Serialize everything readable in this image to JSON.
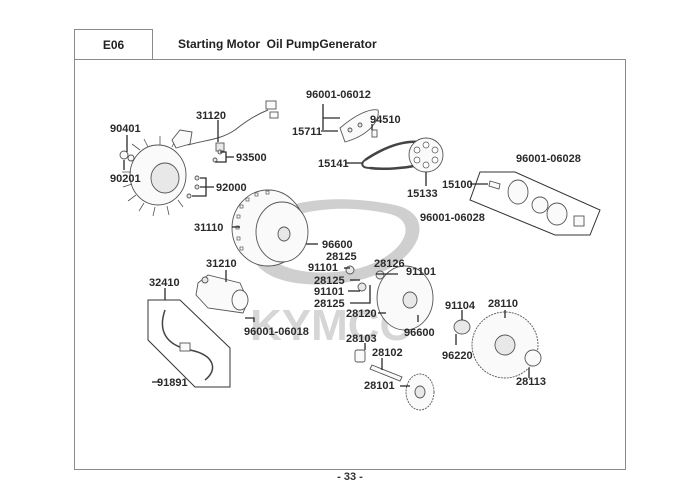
{
  "header": {
    "section_code": "E06",
    "title": "Starting Motor  Oil PumpGenerator"
  },
  "footer": {
    "page_number": "- 33 -"
  },
  "watermark": {
    "brand": "KYMCO",
    "color": "#cfcfcf"
  },
  "callouts": [
    {
      "id": "c-90401",
      "part_no": "90401"
    },
    {
      "id": "c-90201",
      "part_no": "90201"
    },
    {
      "id": "c-31120",
      "part_no": "31120"
    },
    {
      "id": "c-93500",
      "part_no": "93500"
    },
    {
      "id": "c-92000",
      "part_no": "92000"
    },
    {
      "id": "c-96001-06012",
      "part_no": "96001-06012"
    },
    {
      "id": "c-15711",
      "part_no": "15711"
    },
    {
      "id": "c-94510",
      "part_no": "94510"
    },
    {
      "id": "c-15141",
      "part_no": "15141"
    },
    {
      "id": "c-15133",
      "part_no": "15133"
    },
    {
      "id": "c-15100",
      "part_no": "15100"
    },
    {
      "id": "c-96001-06028-a",
      "part_no": "96001-06028"
    },
    {
      "id": "c-96001-06028-b",
      "part_no": "96001-06028"
    },
    {
      "id": "c-31110",
      "part_no": "31110"
    },
    {
      "id": "c-96600-a",
      "part_no": "96600"
    },
    {
      "id": "c-28125-a",
      "part_no": "28125"
    },
    {
      "id": "c-91101-a",
      "part_no": "91101"
    },
    {
      "id": "c-28126",
      "part_no": "28126"
    },
    {
      "id": "c-91101-b",
      "part_no": "91101"
    },
    {
      "id": "c-28125-b",
      "part_no": "28125"
    },
    {
      "id": "c-91101-c",
      "part_no": "91101"
    },
    {
      "id": "c-28125-c",
      "part_no": "28125"
    },
    {
      "id": "c-28120",
      "part_no": "28120"
    },
    {
      "id": "c-96600-b",
      "part_no": "96600"
    },
    {
      "id": "c-31210",
      "part_no": "31210"
    },
    {
      "id": "c-32410",
      "part_no": "32410"
    },
    {
      "id": "c-96001-06018",
      "part_no": "96001-06018"
    },
    {
      "id": "c-91891",
      "part_no": "91891"
    },
    {
      "id": "c-91104",
      "part_no": "91104"
    },
    {
      "id": "c-96220",
      "part_no": "96220"
    },
    {
      "id": "c-28110",
      "part_no": "28110"
    },
    {
      "id": "c-28103",
      "part_no": "28103"
    },
    {
      "id": "c-28102",
      "part_no": "28102"
    },
    {
      "id": "c-28101",
      "part_no": "28101"
    },
    {
      "id": "c-28113",
      "part_no": "28113"
    }
  ]
}
